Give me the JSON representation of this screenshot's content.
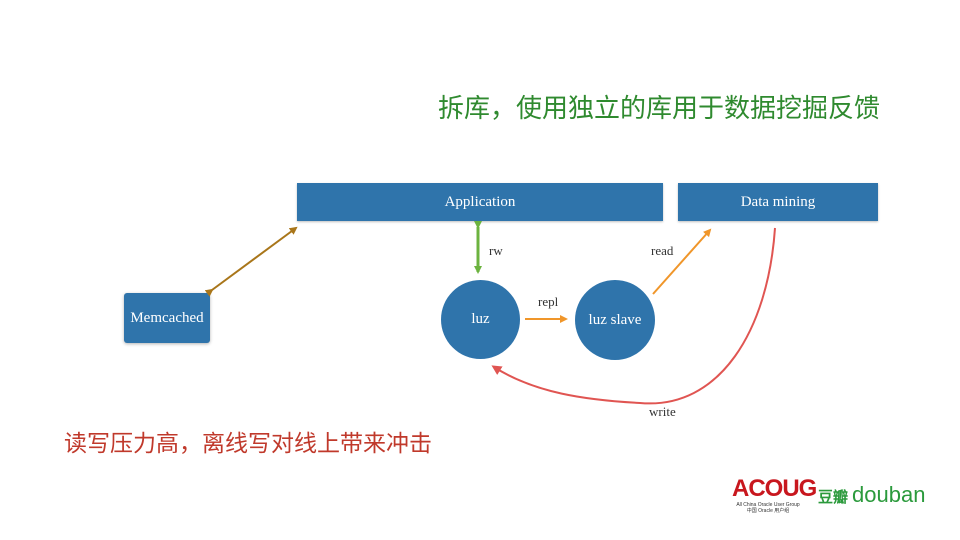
{
  "title": "拆库，使用独立的库用于数据挖掘反馈",
  "nodes": {
    "application": "Application",
    "data_mining": "Data mining",
    "memcached": "Memcached",
    "luz": "luz",
    "luz_slave": "luz slave"
  },
  "edge_labels": {
    "rw": "rw",
    "repl": "repl",
    "read": "read",
    "write": "write"
  },
  "caption": "读写压力高，离线写对线上带来冲击",
  "logos": {
    "acoug": "ACOUG",
    "acoug_sub1": "All China Oracle User Group",
    "acoug_sub2": "中国 Oracle 用户组",
    "douban_cn": "豆瓣",
    "douban_en": "douban"
  },
  "colors": {
    "box": "#2f74ab",
    "title": "#2f8a2f",
    "caption": "#c0392b",
    "arrow_memcached": "#a9761a",
    "arrow_rw": "#6cb33f",
    "arrow_repl_read": "#f0962a",
    "arrow_write": "#e05552"
  }
}
